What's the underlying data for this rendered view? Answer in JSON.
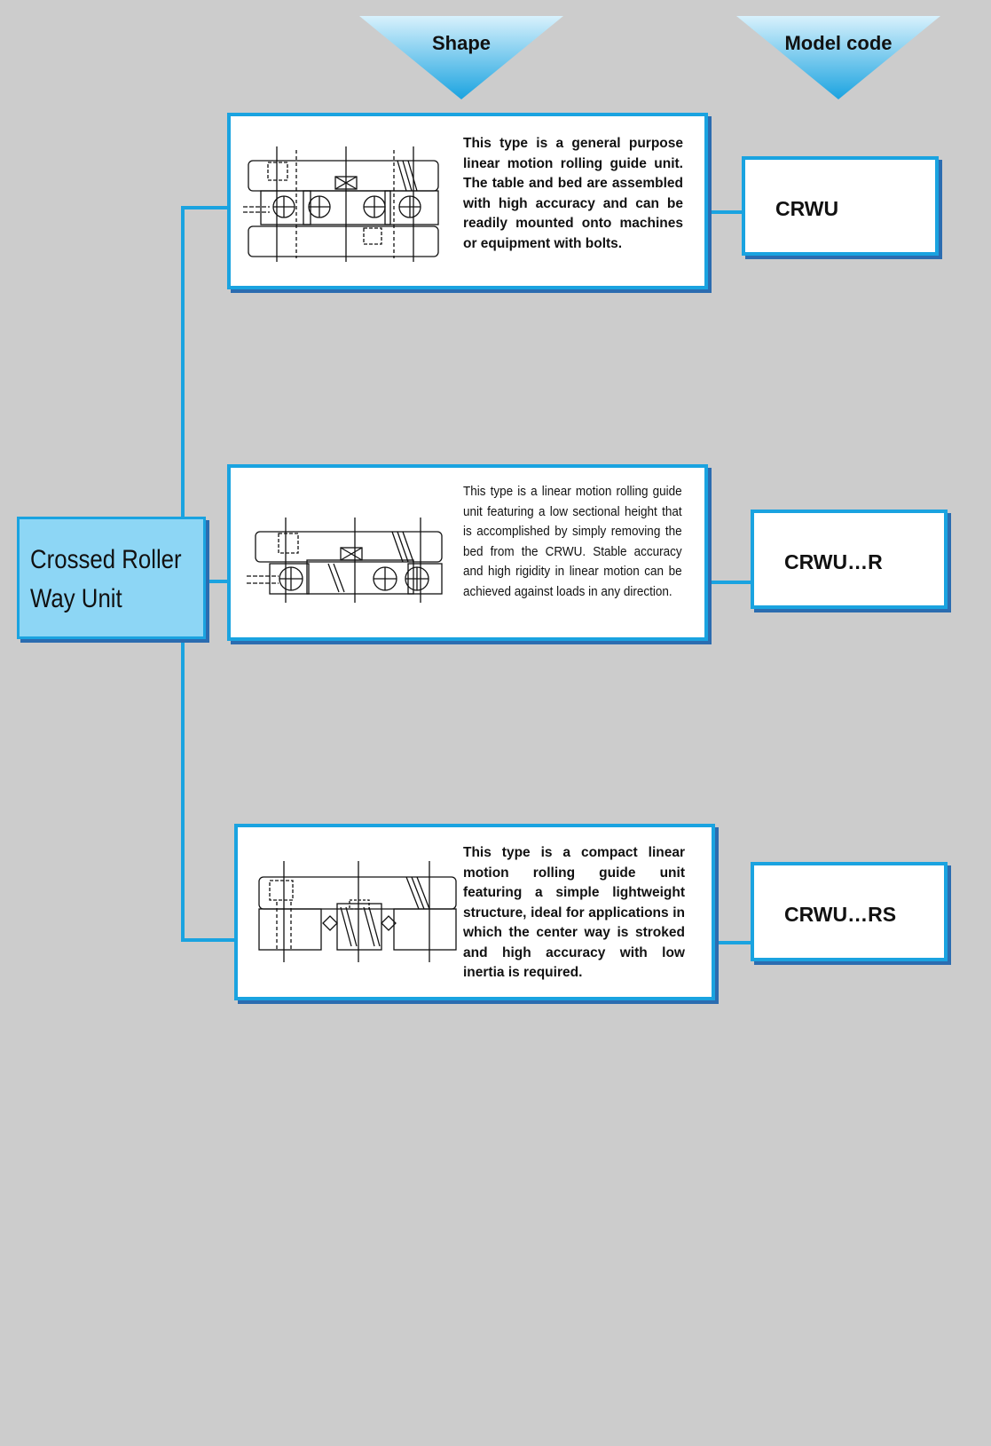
{
  "headers": {
    "shape": "Shape",
    "model_code": "Model code"
  },
  "root": {
    "label": "Crossed Roller Way Unit",
    "line1": "Crossed Roller",
    "line2": "Way Unit"
  },
  "items": [
    {
      "description": "This type is a general purpose linear motion rolling guide unit.  The table and bed are assembled with high accuracy and can be readily mounted onto machines or equipment with bolts.",
      "model_code": "CRWU"
    },
    {
      "description": "This type is a linear motion rolling guide unit featuring a low sectional height that is accomplished by simply removing the bed from the CRWU. Stable accuracy and high rigidity in linear motion can be achieved against loads in any direction.",
      "model_code": "CRWU…R"
    },
    {
      "description": "This type is a compact linear motion rolling guide unit featuring a simple lightweight structure, ideal for applications in which the center way is stroked and high accuracy with low inertia is required.",
      "model_code": "CRWU…RS"
    }
  ],
  "colors": {
    "background": "#cccccc",
    "accent": "#1aa3e0",
    "shadow": "#2b6cb0",
    "root_fill": "#8dd6f5"
  },
  "icons": [
    "crwu-cross-section-drawing",
    "crwu-r-cross-section-drawing",
    "crwu-rs-cross-section-drawing"
  ]
}
